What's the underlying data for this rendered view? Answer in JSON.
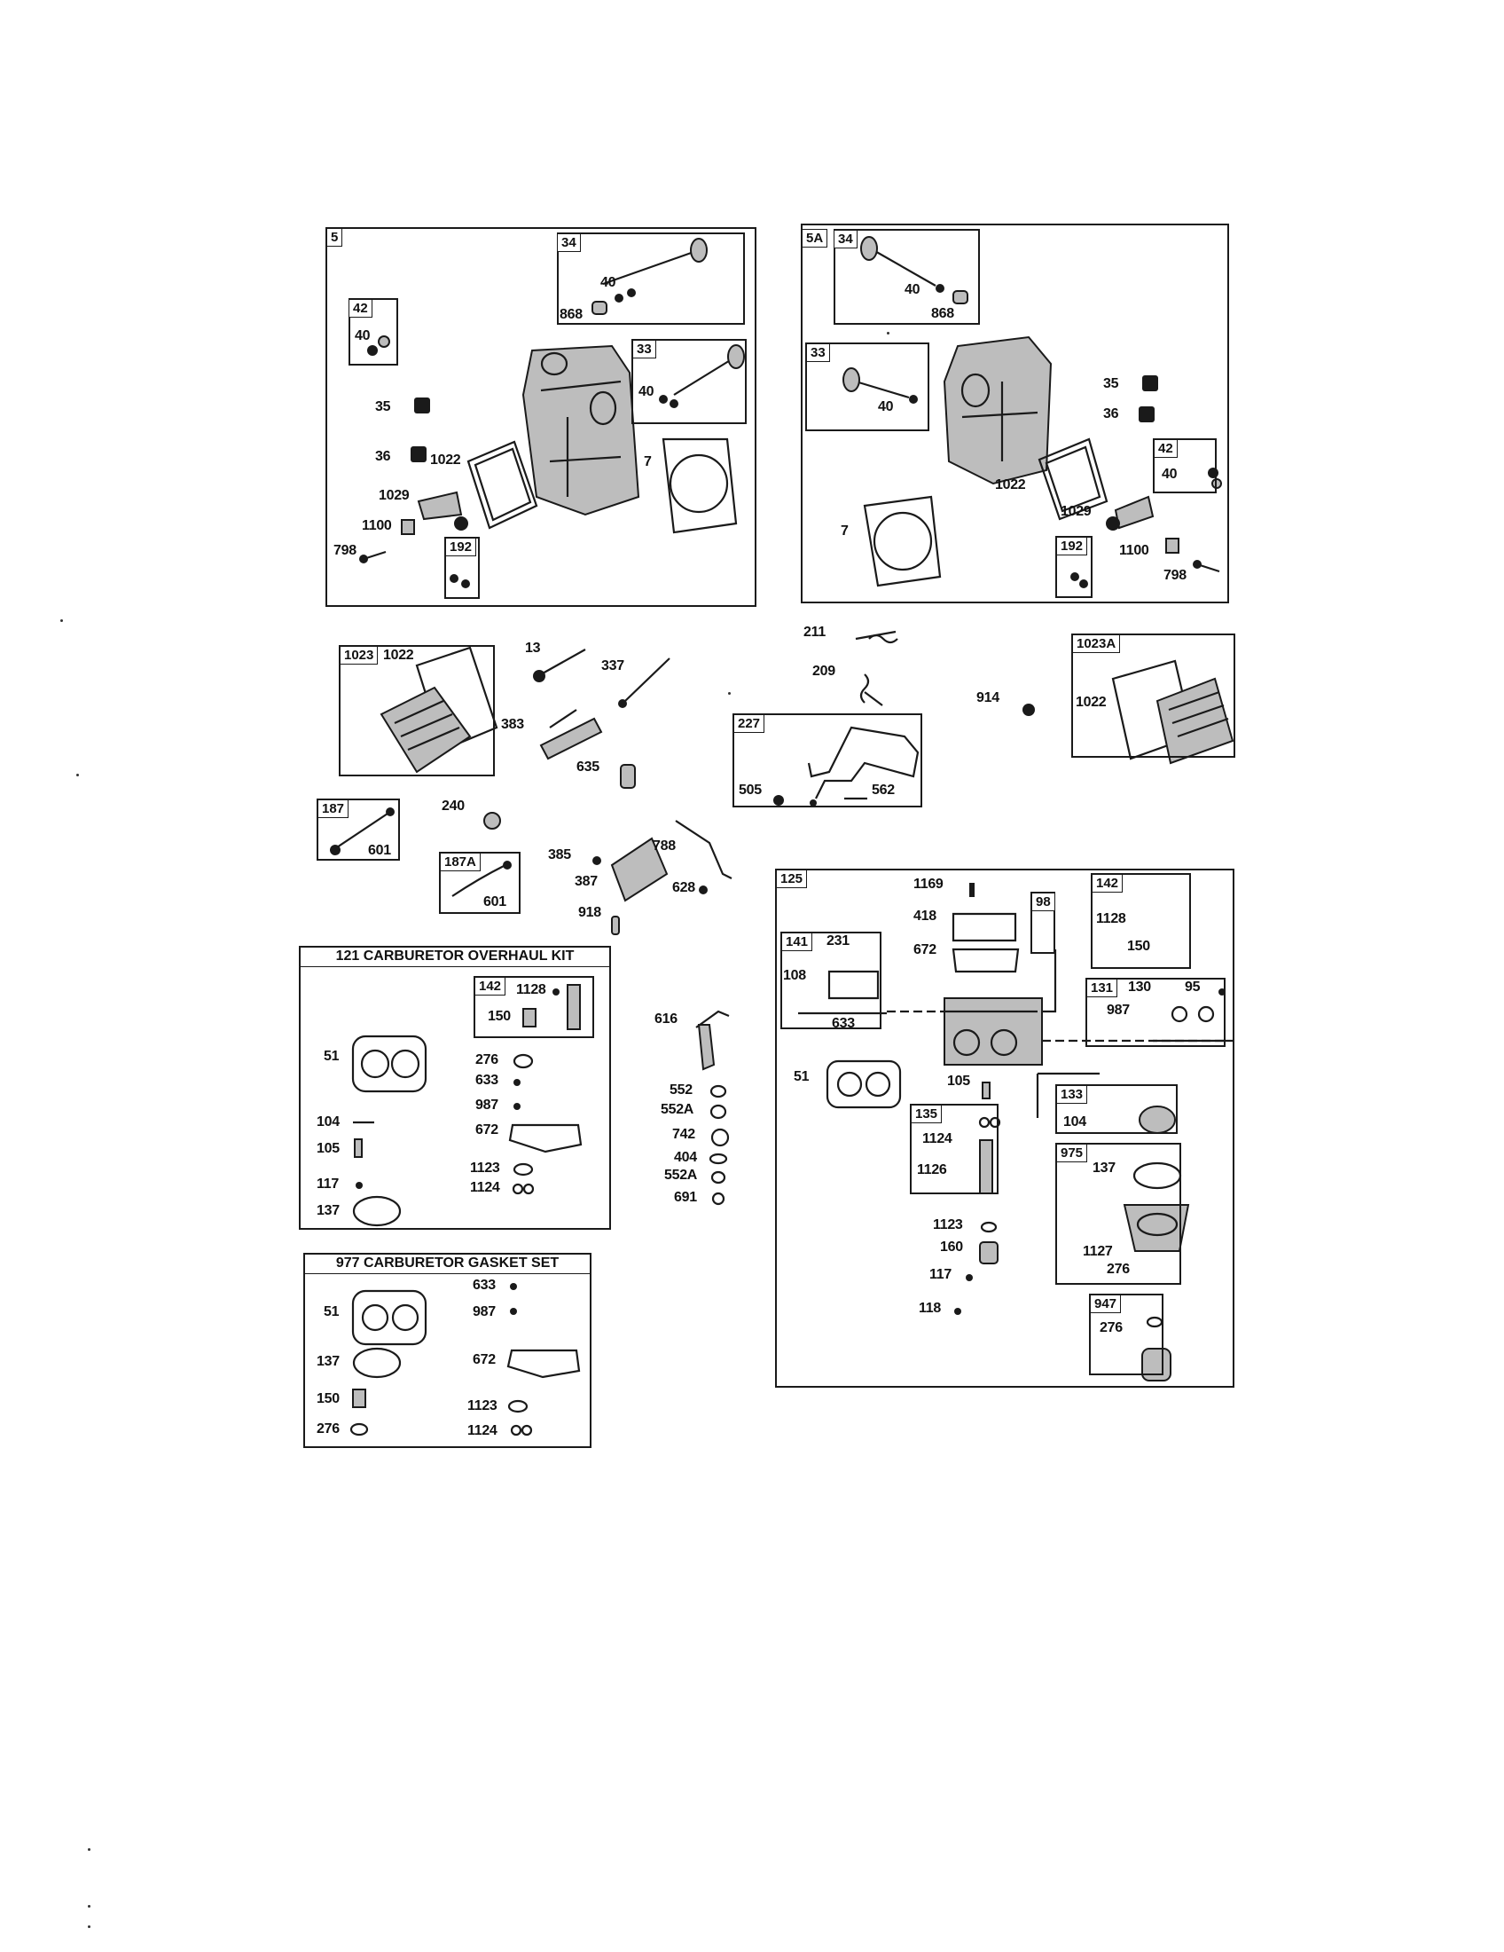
{
  "panel_5": {
    "tag": "5",
    "sub_34": {
      "tag": "34",
      "labels": [
        "40",
        "868"
      ]
    },
    "sub_42": {
      "tag": "42",
      "labels": [
        "40"
      ]
    },
    "sub_33": {
      "tag": "33",
      "labels": [
        "40"
      ]
    },
    "sub_192": {
      "tag": "192"
    },
    "labels": [
      "35",
      "36",
      "1022",
      "1029",
      "1100",
      "798",
      "7"
    ]
  },
  "panel_5a": {
    "tag": "5A",
    "sub_34": {
      "tag": "34",
      "labels": [
        "40",
        "868"
      ]
    },
    "sub_33": {
      "tag": "33",
      "labels": [
        "40"
      ]
    },
    "sub_42": {
      "tag": "42",
      "labels": [
        "40"
      ]
    },
    "sub_192": {
      "tag": "192"
    },
    "labels": [
      "35",
      "36",
      "1022",
      "1029",
      "1100",
      "798",
      "7"
    ]
  },
  "panel_1023": {
    "tag": "1023",
    "labels": [
      "1022"
    ]
  },
  "panel_1023a": {
    "tag": "1023A",
    "labels": [
      "1022"
    ]
  },
  "panel_187": {
    "tag": "187",
    "labels": [
      "601"
    ]
  },
  "panel_187a": {
    "tag": "187A",
    "labels": [
      "601"
    ]
  },
  "panel_227": {
    "tag": "227",
    "labels": [
      "505",
      "562"
    ]
  },
  "loose": {
    "p13": "13",
    "p337": "337",
    "p383": "383",
    "p635": "635",
    "p211": "211",
    "p209": "209",
    "p914": "914",
    "p240": "240",
    "p385": "385",
    "p387": "387",
    "p918": "918",
    "p788": "788",
    "p628": "628",
    "p616": "616",
    "p552": "552",
    "p552a_1": "552A",
    "p742": "742",
    "p404": "404",
    "p552a_2": "552A",
    "p691": "691"
  },
  "kit_121": {
    "title": "121 CARBURETOR OVERHAUL KIT",
    "sub_142": {
      "tag": "142",
      "labels": [
        "1128",
        "150"
      ]
    },
    "labels": [
      "51",
      "276",
      "633",
      "987",
      "104",
      "672",
      "105",
      "1123",
      "117",
      "1124",
      "137"
    ]
  },
  "kit_977": {
    "title": "977 CARBURETOR GASKET SET",
    "labels": [
      "51",
      "633",
      "987",
      "137",
      "672",
      "150",
      "1123",
      "276",
      "1124"
    ]
  },
  "panel_125": {
    "tag": "125",
    "labels": [
      "1169",
      "418",
      "672",
      "51",
      "105",
      "1123",
      "160",
      "117",
      "118"
    ],
    "sub_98": {
      "tag": "98"
    },
    "sub_142": {
      "tag": "142",
      "labels": [
        "1128",
        "150"
      ]
    },
    "sub_141": {
      "tag": "141",
      "labels": [
        "231",
        "108",
        "633"
      ]
    },
    "sub_131": {
      "tag": "131",
      "labels": [
        "130",
        "95",
        "987"
      ]
    },
    "sub_133": {
      "tag": "133",
      "labels": [
        "104"
      ]
    },
    "sub_135": {
      "tag": "135",
      "labels": [
        "1124",
        "1126"
      ]
    },
    "sub_975": {
      "tag": "975",
      "labels": [
        "137",
        "1127",
        "276"
      ]
    },
    "sub_947": {
      "tag": "947",
      "labels": [
        "276"
      ]
    }
  }
}
